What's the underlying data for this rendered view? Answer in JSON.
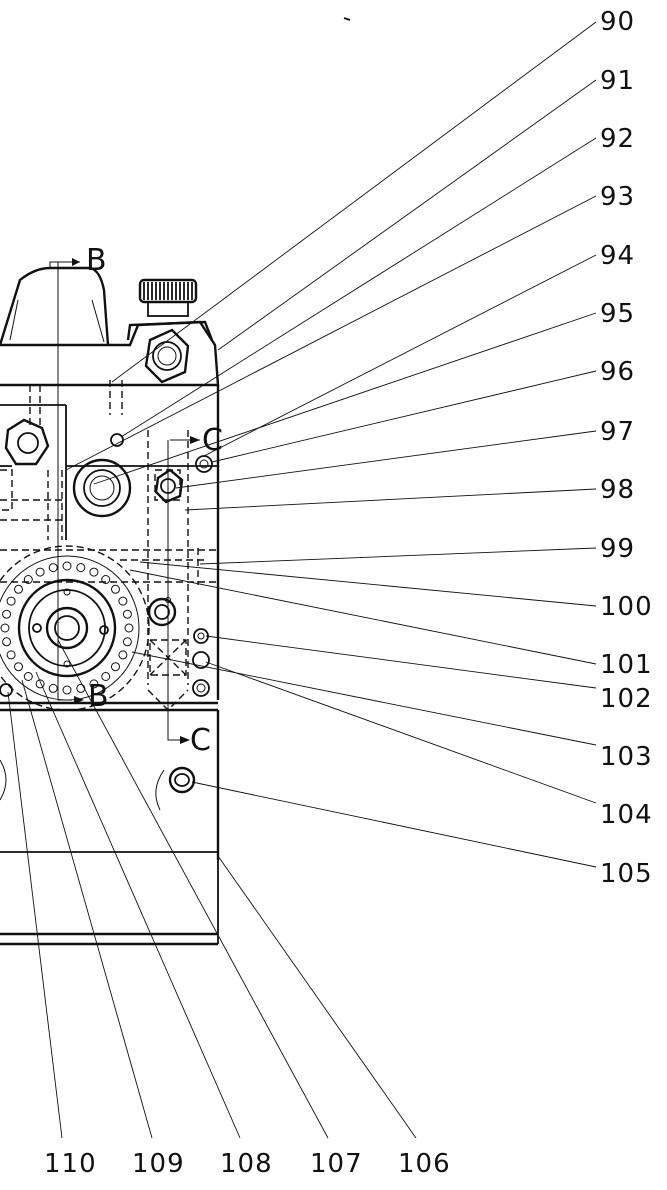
{
  "drawing": {
    "right_labels": [
      "90",
      "91",
      "92",
      "93",
      "94",
      "95",
      "96",
      "97",
      "98",
      "99",
      "100",
      "101",
      "102",
      "103",
      "104",
      "105"
    ],
    "bottom_labels": [
      "110",
      "109",
      "108",
      "107",
      "106"
    ],
    "section_markers": {
      "b_top": "B",
      "b_bottom": "B",
      "c_top": "C",
      "c_bottom": "C"
    }
  }
}
